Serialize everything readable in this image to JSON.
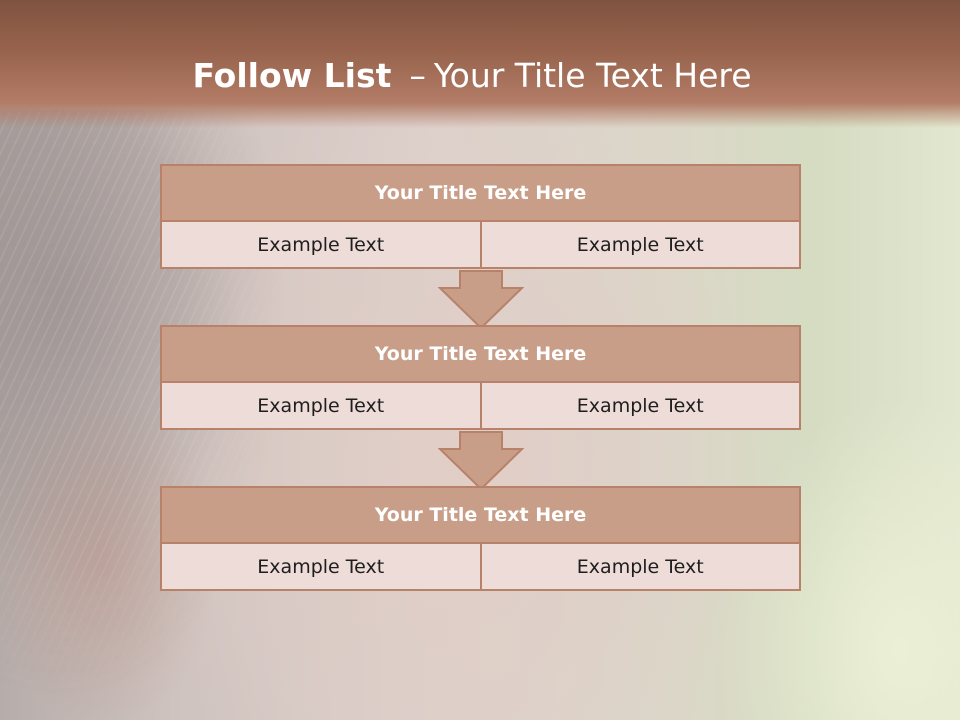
{
  "slide": {
    "title_strong": "Follow List",
    "title_dash": "–",
    "title_rest": "Your Title Text Here"
  },
  "blocks": [
    {
      "title": "Your Title Text Here",
      "left_text": "Example Text",
      "right_text": "Example Text"
    },
    {
      "title": "Your Title Text Here",
      "left_text": "Example Text",
      "right_text": "Example Text"
    },
    {
      "title": "Your Title Text Here",
      "left_text": "Example Text",
      "right_text": "Example Text"
    }
  ],
  "colors": {
    "header": "#98634d",
    "block_title_fill": "#c99e88",
    "block_border": "#b8826a",
    "cell_fill": "#eddcd8",
    "arrow_fill": "#c99e88"
  },
  "icons": [
    "down-arrow-icon"
  ]
}
